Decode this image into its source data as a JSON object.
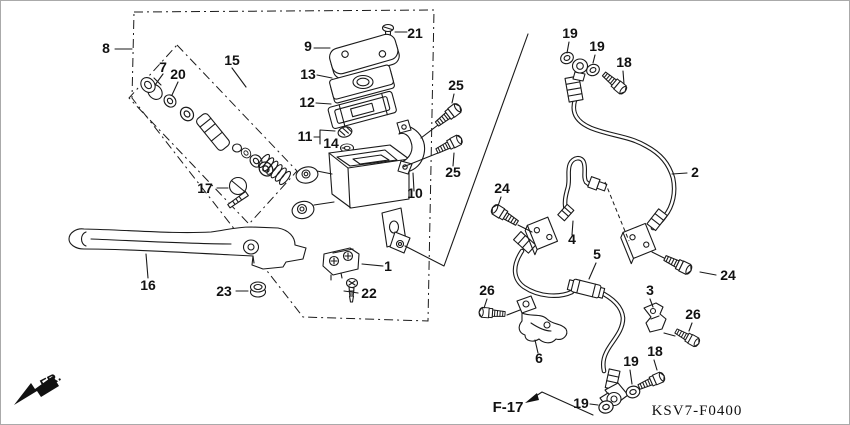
{
  "diagram": {
    "background": "#ffffff",
    "ink_color": "#1a1a1a",
    "page_ref": "F-17",
    "diagram_code": "KSV7-F0400",
    "direction_label": "FR.",
    "callouts": [
      "8",
      "7",
      "20",
      "15",
      "9",
      "21",
      "13",
      "12",
      "11",
      "14",
      "10",
      "25",
      "25",
      "17",
      "19",
      "19",
      "18",
      "2",
      "16",
      "23",
      "1",
      "22",
      "24",
      "4",
      "5",
      "24",
      "26",
      "3",
      "26",
      "6",
      "19",
      "18",
      "19"
    ]
  }
}
